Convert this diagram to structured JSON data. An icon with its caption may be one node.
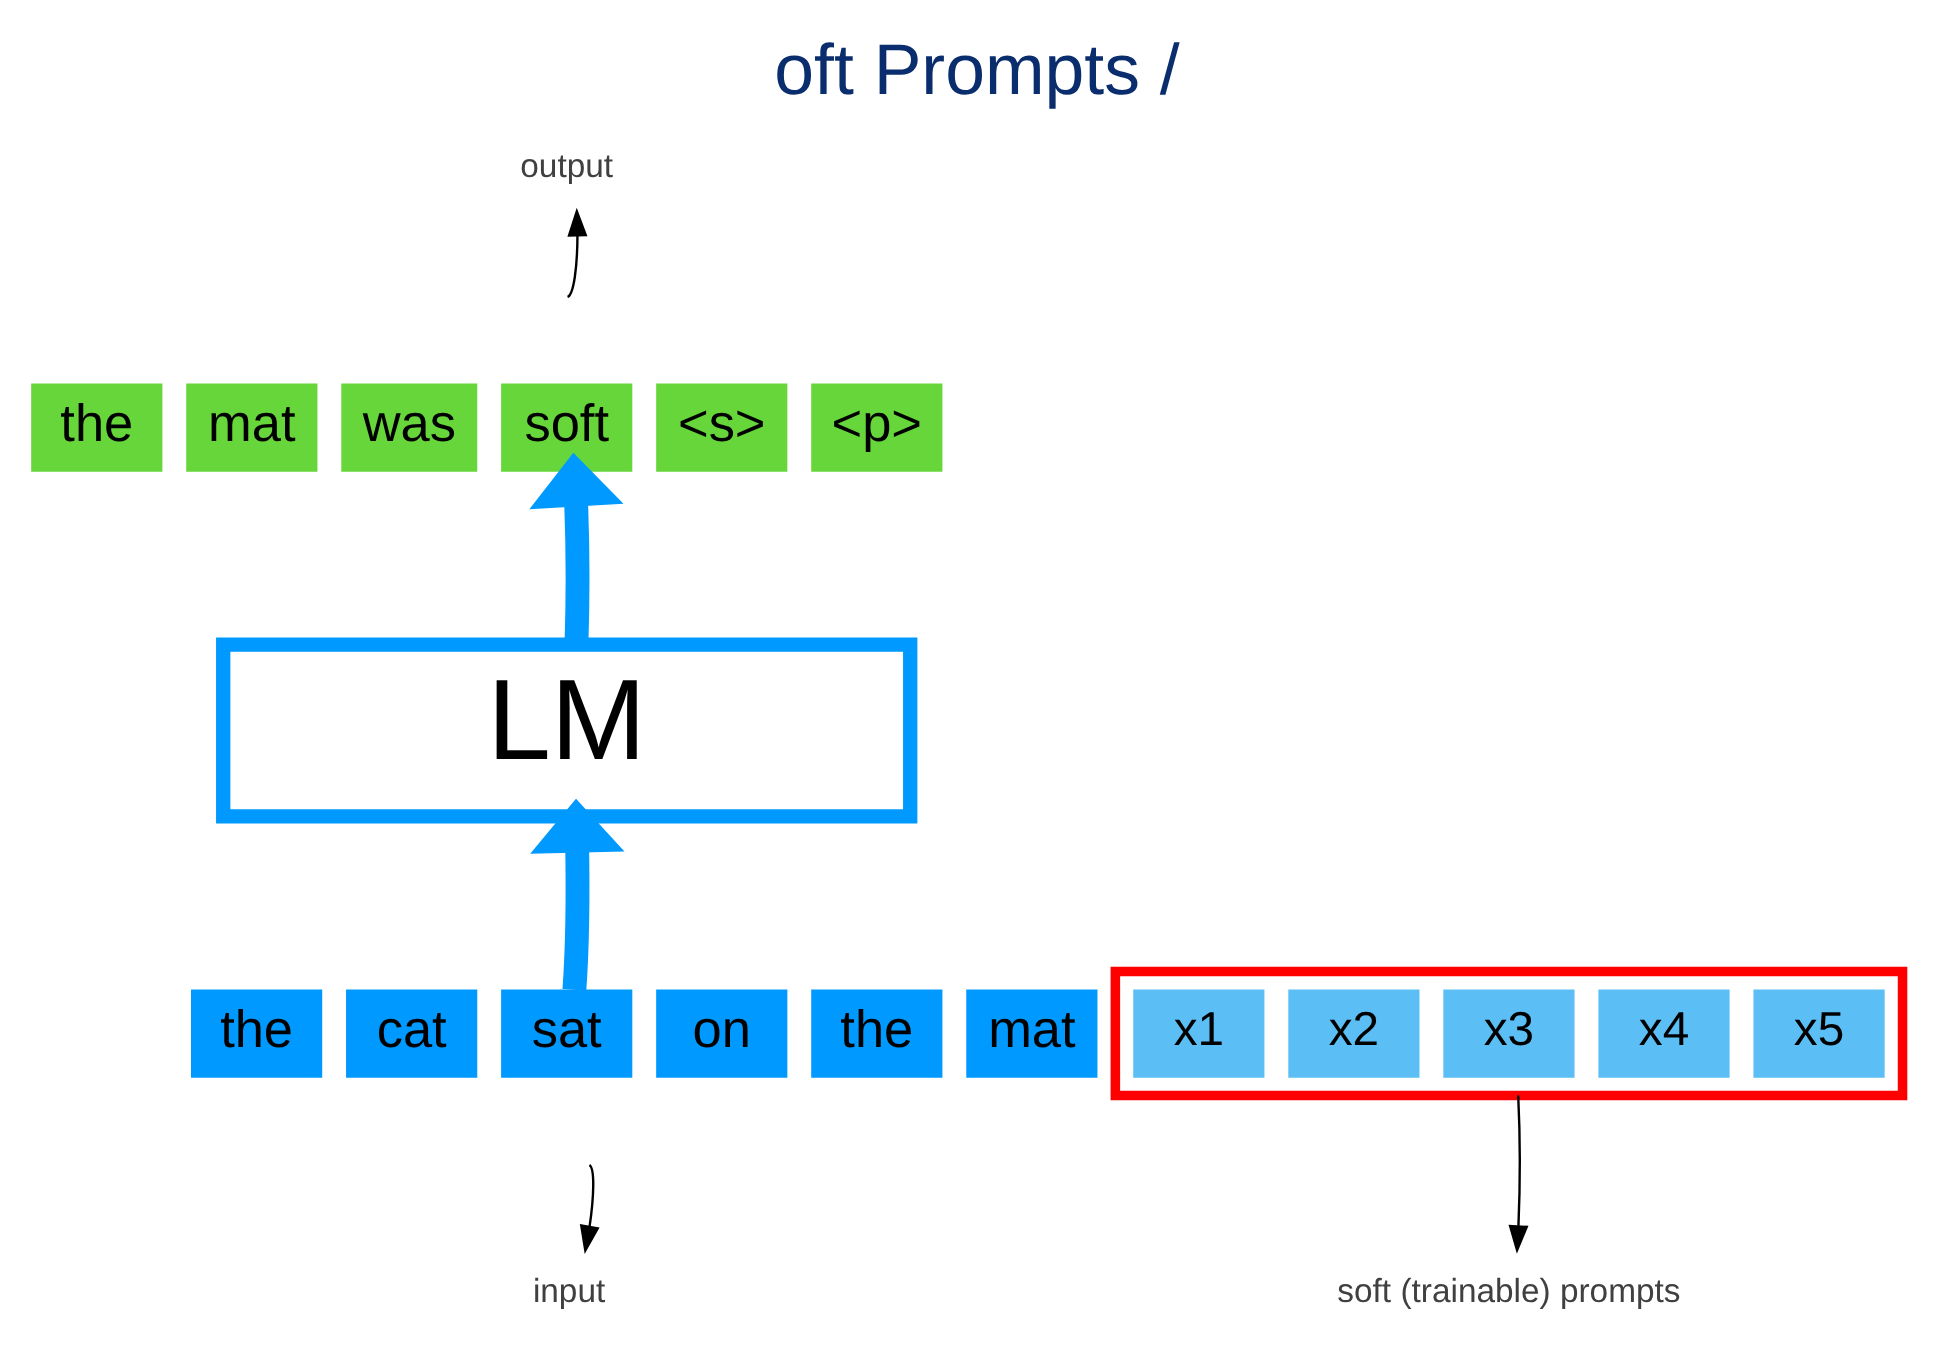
{
  "diagram": {
    "title": "oft Prompts /",
    "nodes": [
      {
        "text": [
          "output"
        ]
      },
      {
        "text": [
          "the"
        ]
      },
      {
        "text": [
          "mat"
        ]
      },
      {
        "text": [
          "was"
        ]
      },
      {
        "text": [
          "soft"
        ]
      },
      {
        "text": [
          "<s>"
        ]
      },
      {
        "text": [
          "<p>"
        ]
      },
      {
        "text": [
          "LM"
        ]
      },
      {
        "text": [],
        "shape": "box"
      },
      {
        "text": [
          "x1"
        ],
        "in": 8
      },
      {
        "text": [
          "x2"
        ],
        "in": 8
      },
      {
        "text": [
          "x3"
        ],
        "in": 8
      },
      {
        "text": [
          "x4"
        ],
        "in": 8
      },
      {
        "text": [
          "x5"
        ],
        "in": 8
      },
      {
        "text": [
          "the"
        ]
      },
      {
        "text": [
          "cat"
        ]
      },
      {
        "text": [
          "sat"
        ]
      },
      {
        "text": [
          "on"
        ]
      },
      {
        "text": [
          "the"
        ]
      },
      {
        "text": [
          "mat"
        ]
      },
      {
        "text": [
          "soft (trainable) prompts"
        ]
      },
      {
        "text": [
          "input"
        ]
      }
    ],
    "edges": [
      {
        "from": null,
        "to": 0,
        "arrow": "to"
      },
      {
        "from": 7,
        "to": 4,
        "arrow": "to",
        "style": "thick",
        "color": "#0099ff"
      },
      {
        "from": 16,
        "to": 7,
        "arrow": "to",
        "style": "thick",
        "color": "#0099ff"
      },
      {
        "from": 8,
        "to": 20,
        "arrow": "to"
      },
      {
        "from": null,
        "to": 21,
        "arrow": "to"
      }
    ]
  }
}
